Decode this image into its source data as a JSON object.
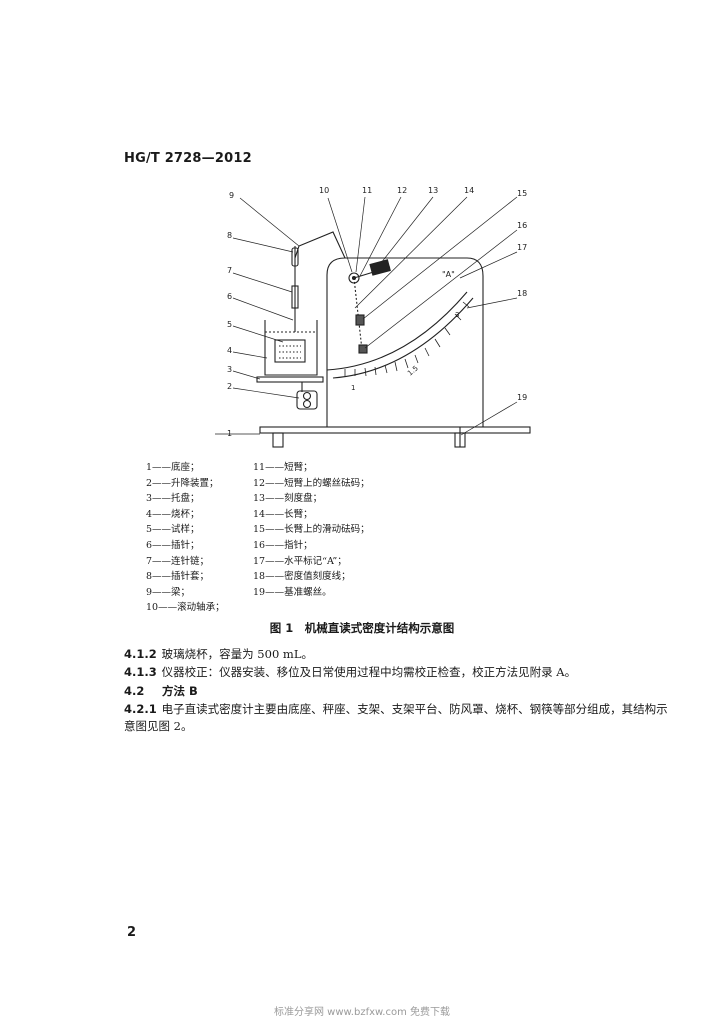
{
  "header": {
    "standard_code": "HG/T 2728—2012"
  },
  "figure": {
    "callouts": [
      "1",
      "2",
      "3",
      "4",
      "5",
      "6",
      "7",
      "8",
      "9",
      "10",
      "11",
      "12",
      "13",
      "14",
      "15",
      "16",
      "17",
      "18",
      "19"
    ],
    "scale_labels": {
      "one": "1",
      "one_five": "1.5",
      "three": "3"
    },
    "level_mark": "\"A\"",
    "caption": "图 1　机械直读式密度计结构示意图"
  },
  "legend": {
    "left": [
      "1——底座；",
      "2——升降装置；",
      "3——托盘；",
      "4——烧杯；",
      "5——试样；",
      "6——插针；",
      "7——连针链；",
      "8——插针套；",
      "9——梁；",
      "10——滚动轴承；"
    ],
    "right": [
      "11——短臂；",
      "12——短臂上的螺丝砝码；",
      "13——刻度盘；",
      "14——长臂；",
      "15——长臂上的滑动砝码；",
      "16——指针；",
      "17——水平标记“A”；",
      "18——密度值刻度线；",
      "19——基准螺丝。"
    ]
  },
  "paragraphs": {
    "p412": {
      "num": "4.1.2",
      "text": "玻璃烧杯，容量为 500 mL。"
    },
    "p413": {
      "num": "4.1.3",
      "text": "仪器校正：仪器安装、移位及日常使用过程中均需校正检查，校正方法见附录 A。"
    },
    "p42": {
      "num": "4.2",
      "text": "方法 B"
    },
    "p421": {
      "num": "4.2.1",
      "text": "电子直读式密度计主要由底座、秤座、支架、支架平台、防风罩、烧杯、钢筷等部分组成，其结构示"
    },
    "p421_cont": "意图见图 2。"
  },
  "page_number": "2",
  "footer": "标准分享网 www.bzfxw.com 免费下载"
}
